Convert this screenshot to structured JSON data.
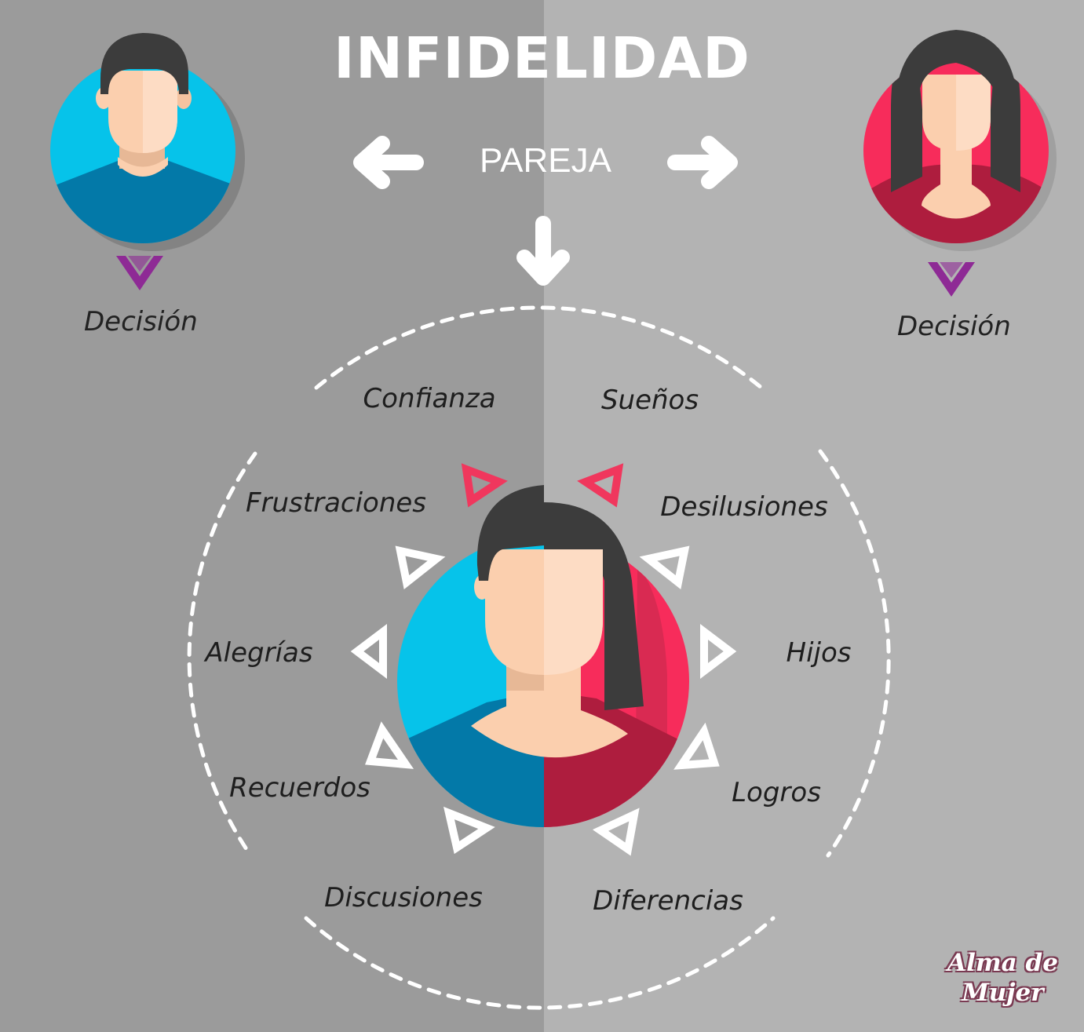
{
  "title": "INFIDELIDAD",
  "subtitle": "PAREJA",
  "left_person": {
    "label": "Decisión"
  },
  "right_person": {
    "label": "Decisión"
  },
  "words": [
    "Confianza",
    "Sueños",
    "Frustraciones",
    "Desilusiones",
    "Alegrías",
    "Hijos",
    "Recuerdos",
    "Logros",
    "Discusiones",
    "Diferencias"
  ],
  "logo_text": [
    "Alma de",
    "Mujer"
  ],
  "colors": {
    "bg_left": "#9b9b9b",
    "bg_right": "#b3b3b3",
    "male_blue": "#06c3ea",
    "male_shirt": "#0379a8",
    "female_red": "#f72c5b",
    "female_shirt": "#ae1d3e",
    "skin": "#fbcfae",
    "hair": "#3c3c3c",
    "chevron_purple": "#8e2a95",
    "triangle_pink": "#f0375d"
  }
}
